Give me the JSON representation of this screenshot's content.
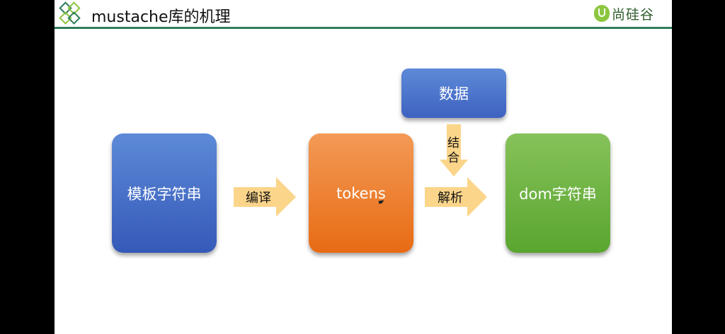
{
  "header": {
    "title": "mustache库的机理",
    "brand": "尚硅谷"
  },
  "nodes": {
    "template_string": "模板字符串",
    "tokens": "tokens",
    "dom_string": "dom字符串",
    "data": "数据"
  },
  "arrows": {
    "compile": "编译",
    "parse": "解析",
    "combine_1": "结",
    "combine_2": "合"
  },
  "colors": {
    "header_line": "#2e7d5b",
    "blue": "#4a74cc",
    "orange": "#ee7d2e",
    "green": "#6fb443",
    "arrow": "#fbd58a"
  }
}
